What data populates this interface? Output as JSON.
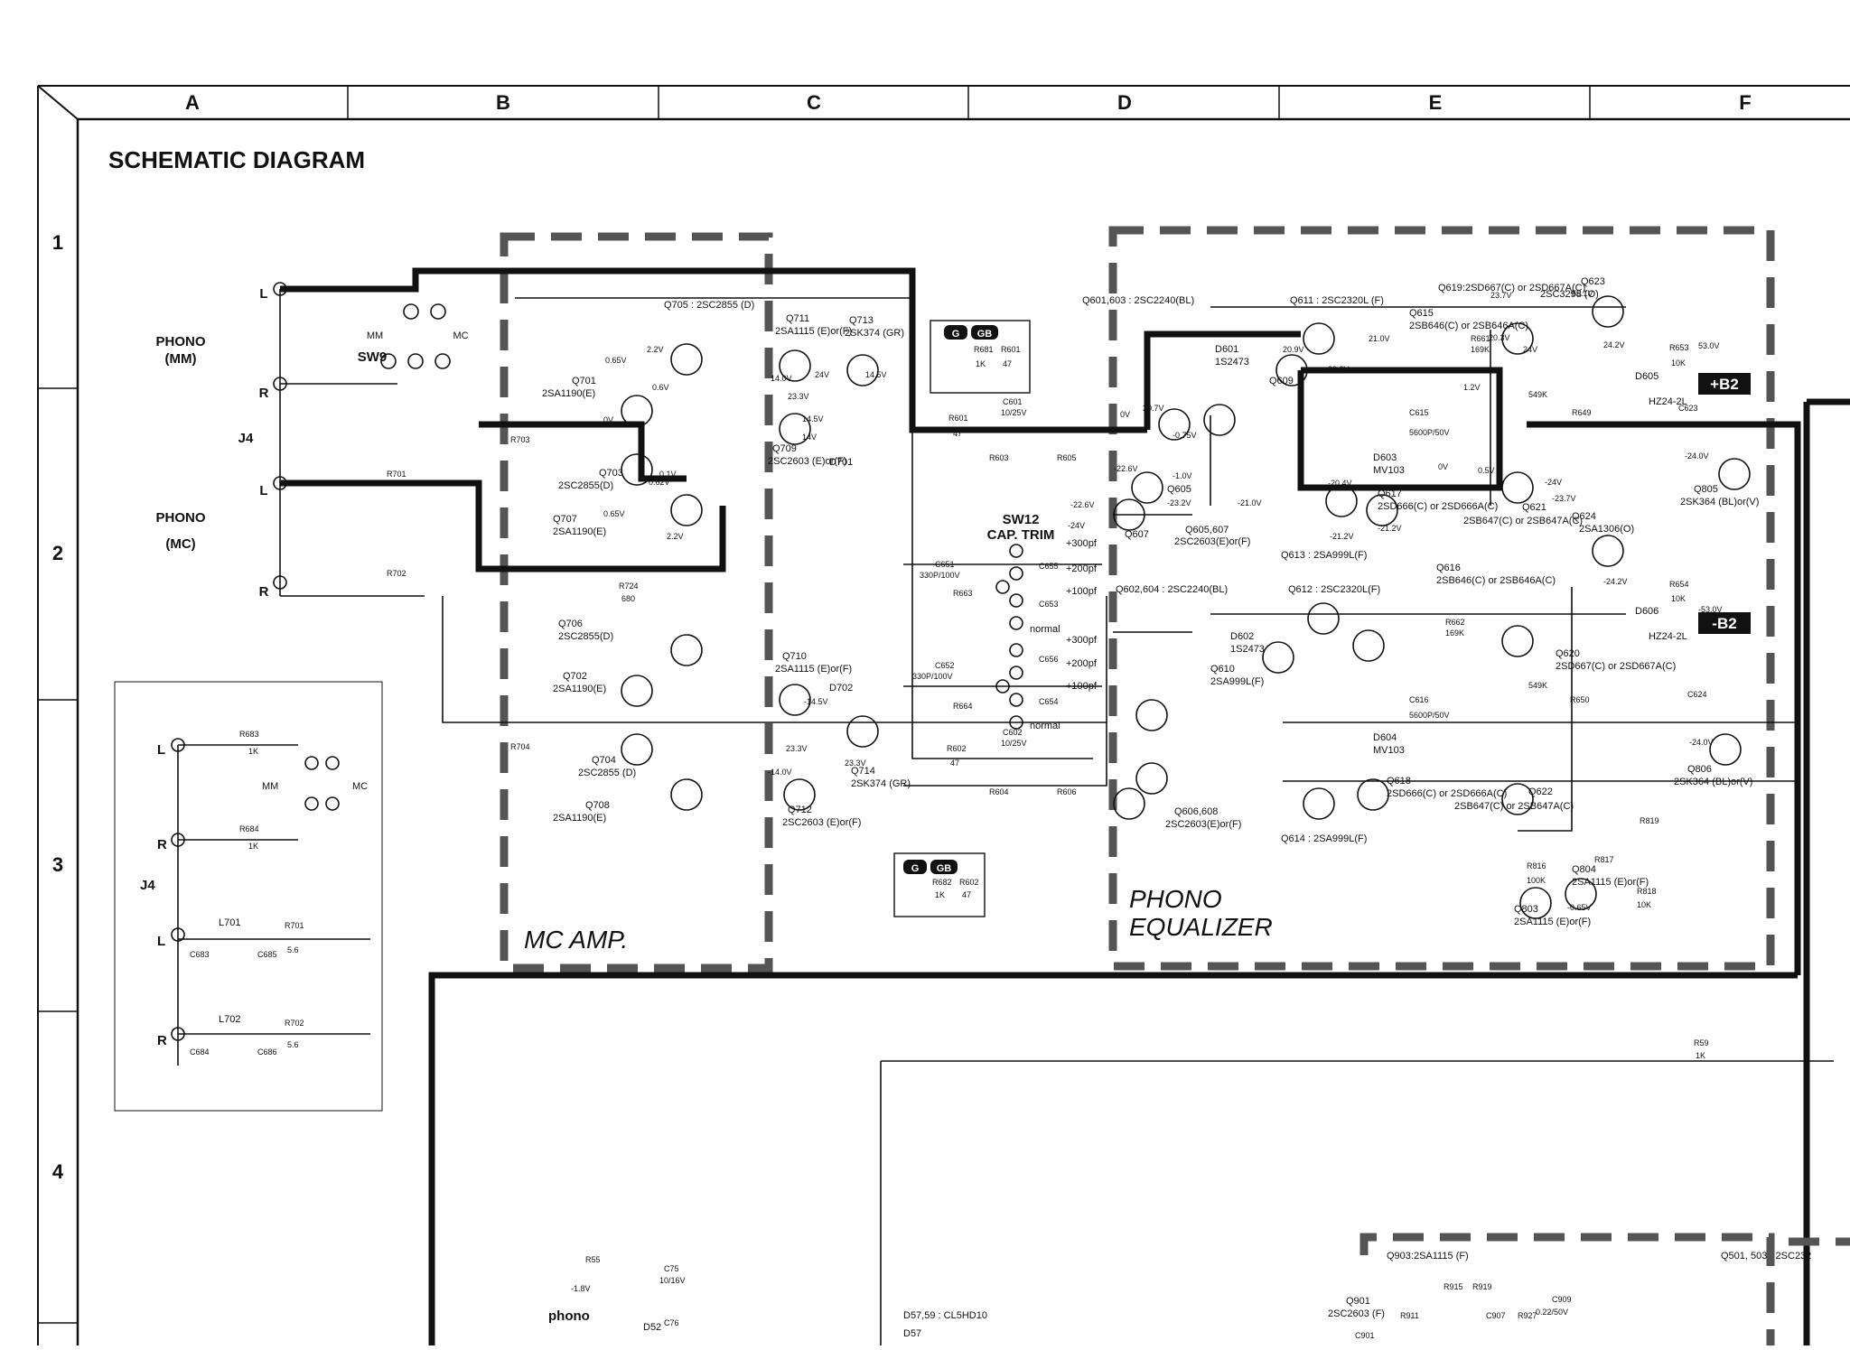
{
  "title": "SCHEMATIC DIAGRAM",
  "grid": {
    "columns": [
      "A",
      "B",
      "C",
      "D",
      "E",
      "F"
    ],
    "rows": [
      "1",
      "2",
      "3",
      "4"
    ]
  },
  "blocks": {
    "mc_amp": "MC AMP.",
    "phono_equalizer_1": "PHONO",
    "phono_equalizer_2": "EQUALIZER"
  },
  "inputs": {
    "phono_mm": "PHONO",
    "phono_mm_sub": "(MM)",
    "phono_mc": "PHONO",
    "phono_mc_sub": "(MC)",
    "j4": "J4",
    "sw9": "SW9",
    "mm": "MM",
    "mc": "MC",
    "l": "L",
    "r": "R"
  },
  "switch": {
    "name": "SW12",
    "label": "CAP. TRIM",
    "positions": [
      "+300pf",
      "+200pf",
      "+100pf",
      "normal"
    ]
  },
  "rails": {
    "plus": "+B2",
    "minus": "-B2"
  },
  "badges": {
    "g": "G",
    "gb": "GB"
  },
  "inset": {
    "j4": "J4",
    "r683": "R683",
    "r684": "R684",
    "l701": "L701",
    "l702": "L702",
    "r701": "R701",
    "r702": "R702",
    "c683": "C683",
    "c684": "C684",
    "c685": "C685",
    "c686": "C686",
    "val_1k": "1K",
    "val_56": "5.6"
  },
  "transistors": {
    "q705": "Q705 : 2SC2855 (D)",
    "q701": "Q701",
    "q701_type": "2SA1190(E)",
    "q703": "Q703",
    "q703_type": "2SC2855(D)",
    "q707": "Q707",
    "q707_type": "2SA1190(E)",
    "q706": "Q706",
    "q706_type": "2SC2855(D)",
    "q702": "Q702",
    "q702_type": "2SA1190(E)",
    "q704": "Q704",
    "q704_type": "2SC2855 (D)",
    "q708": "Q708",
    "q708_type": "2SA1190(E)",
    "q711": "Q711",
    "q711_type": "2SA1115 (E)or(F)",
    "q713": "Q713",
    "q713_type": "2SK374 (GR)",
    "q709": "Q709",
    "q709_type": "2SC2603 (E)or(F)",
    "q710": "Q710",
    "q710_type": "2SA1115 (E)or(F)",
    "q714": "Q714",
    "q714_type": "2SK374 (GR)",
    "q712": "Q712",
    "q712_type": "2SC2603 (E)or(F)",
    "q601_603": "Q601,603 : 2SC2240(BL)",
    "q611": "Q611 : 2SC2320L (F)",
    "q619": "Q619:2SD667(C) or 2SD667A(C)",
    "q623": "Q623",
    "q623_type": "2SC3298 (O)",
    "q615": "Q615",
    "q615_type": "2SB646(C) or 2SB646A(C)",
    "q609": "Q609",
    "q605": "Q605",
    "q607": "Q607",
    "q605_607": "Q605,607",
    "q605_607_type": "2SC2603(E)or(F)",
    "q613": "Q613 : 2SA999L(F)",
    "q617": "Q617",
    "q617_type": "2SD666(C) or 2SD666A(C)",
    "q621": "Q621",
    "q621_type": "2SB647(C) or 2SB647A(C)",
    "q624": "Q624",
    "q624_type": "2SA1306(O)",
    "q805": "Q805",
    "q805_type": "2SK364 (BL)or(V)",
    "q602_604": "Q602,604 : 2SC2240(BL)",
    "q612": "Q612 : 2SC2320L(F)",
    "q616": "Q616",
    "q616_type": "2SB646(C) or 2SB646A(C)",
    "q620": "Q620",
    "q620_type": "2SD667(C) or 2SD667A(C)",
    "q610": "Q610",
    "q610_type": "2SA999L(F)",
    "q606_608": "Q606,608",
    "q606_608_type": "2SC2603(E)or(F)",
    "q614": "Q614 : 2SA999L(F)",
    "q618": "Q618",
    "q618_type": "2SD666(C) or 2SD666A(C)",
    "q622": "Q622",
    "q622_type": "2SB647(C) or 2SB647A(C)",
    "q806": "Q806",
    "q806_type": "2SK364 (BL)or(V)",
    "q804": "Q804",
    "q804_type": "2SA1115 (E)or(F)",
    "q803": "Q803",
    "q803_type": "2SA1115 (E)or(F)",
    "q903": "Q903:2SA1115 (F)",
    "q501": "Q501, 503 : 2SC232",
    "q901": "Q901",
    "q901_type": "2SC2603 (F)"
  },
  "diodes": {
    "d601": "D601",
    "d601_type": "1S2473",
    "d602": "D602",
    "d602_type": "1S2473",
    "d603": "D603",
    "d603_type": "MV103",
    "d604": "D604",
    "d604_type": "MV103",
    "d605": "D605",
    "d605_type": "HZ24-2L",
    "d606": "D606",
    "d606_type": "HZ24-2L",
    "d701": "D701",
    "d702": "D702",
    "d52": "D52",
    "d57": "D57",
    "d57_59": "D57,59 : CL5HD10"
  },
  "voltages": {
    "v0_65": "0.65V",
    "v2_2": "2.2V",
    "v0_6": "0.6V",
    "v0": "0V",
    "v0_1": "0.1V",
    "v0_62": "0.62V",
    "v14_0": "14.0V",
    "v24": "24V",
    "v23_3": "23.3V",
    "v14_5": "14.5V",
    "v14": "14V",
    "vm14_5": "-14.5V",
    "vm14_0": "-14.0V",
    "v20_9": "20.9V",
    "v21_0": "21.0V",
    "v23_7": "23.7V",
    "v55_1": "55.1V",
    "v20_3": "20.3V",
    "v24_2": "24.2V",
    "v53_0": "53.0V",
    "v20_7": "20.7V",
    "v1_2": "1.2V",
    "vm22_6": "-22.6V",
    "vm0_75": "-0.75V",
    "vm1_0": "-1.0V",
    "vm23_2": "-23.2V",
    "vm21_0": "-21.0V",
    "vm20_4": "-20.4V",
    "vm21_2": "-21.2V",
    "vm24": "-24V",
    "vm23_7": "-23.7V",
    "vm22_6b": "-22.6V",
    "vm24_0": "-24.0V",
    "vm24_2": "-24.2V",
    "vm53_0": "-53.0V",
    "vm0_65": "-0.65V",
    "vm1_8": "-1.8V",
    "v0_5": "0.5V"
  },
  "components": {
    "r701": "R701",
    "r702": "R702",
    "r703": "R703",
    "r704": "R704",
    "r724": "R724",
    "val_680": "680",
    "r681": "R681",
    "r601": "R601",
    "r602": "R602",
    "r603": "R603",
    "r604": "R604",
    "r605": "R605",
    "r606": "R606",
    "r663": "R663",
    "r664": "R664",
    "r682": "R682",
    "c601": "C601",
    "c601_val": "10/25V",
    "c602": "C602",
    "c602_val": "10/25V",
    "c651": "C651",
    "c651_val": "330P/100V",
    "c652": "C652",
    "c652_val": "330P/100V",
    "c653": "C653",
    "c654": "C654",
    "c655": "C655",
    "c656": "C656",
    "c615": "C615",
    "c615_val": "5600P/50V",
    "c616": "C616",
    "c616_val": "5600P/50V",
    "c623": "C623",
    "c624": "C624",
    "r649": "R649",
    "r650": "R650",
    "r653": "R653",
    "r654": "R654",
    "r661": "R661",
    "r662": "R662",
    "val_169k": "169K",
    "val_549k": "549K",
    "val_10k": "10K",
    "val_47": "47",
    "val_1k": "1K",
    "val_100k": "100K",
    "r816": "R816",
    "r817": "R817",
    "r818": "R818",
    "r819": "R819",
    "r59": "R59",
    "r55": "R55",
    "c75": "C75",
    "c75_val": "10/16V",
    "c76": "C76",
    "c907": "C907",
    "c909": "C909",
    "c909_val": "0.22/50V",
    "c901": "C901",
    "r911": "R911",
    "r915": "R915",
    "r919": "R919",
    "r927": "R927",
    "phono_label": "phono"
  }
}
